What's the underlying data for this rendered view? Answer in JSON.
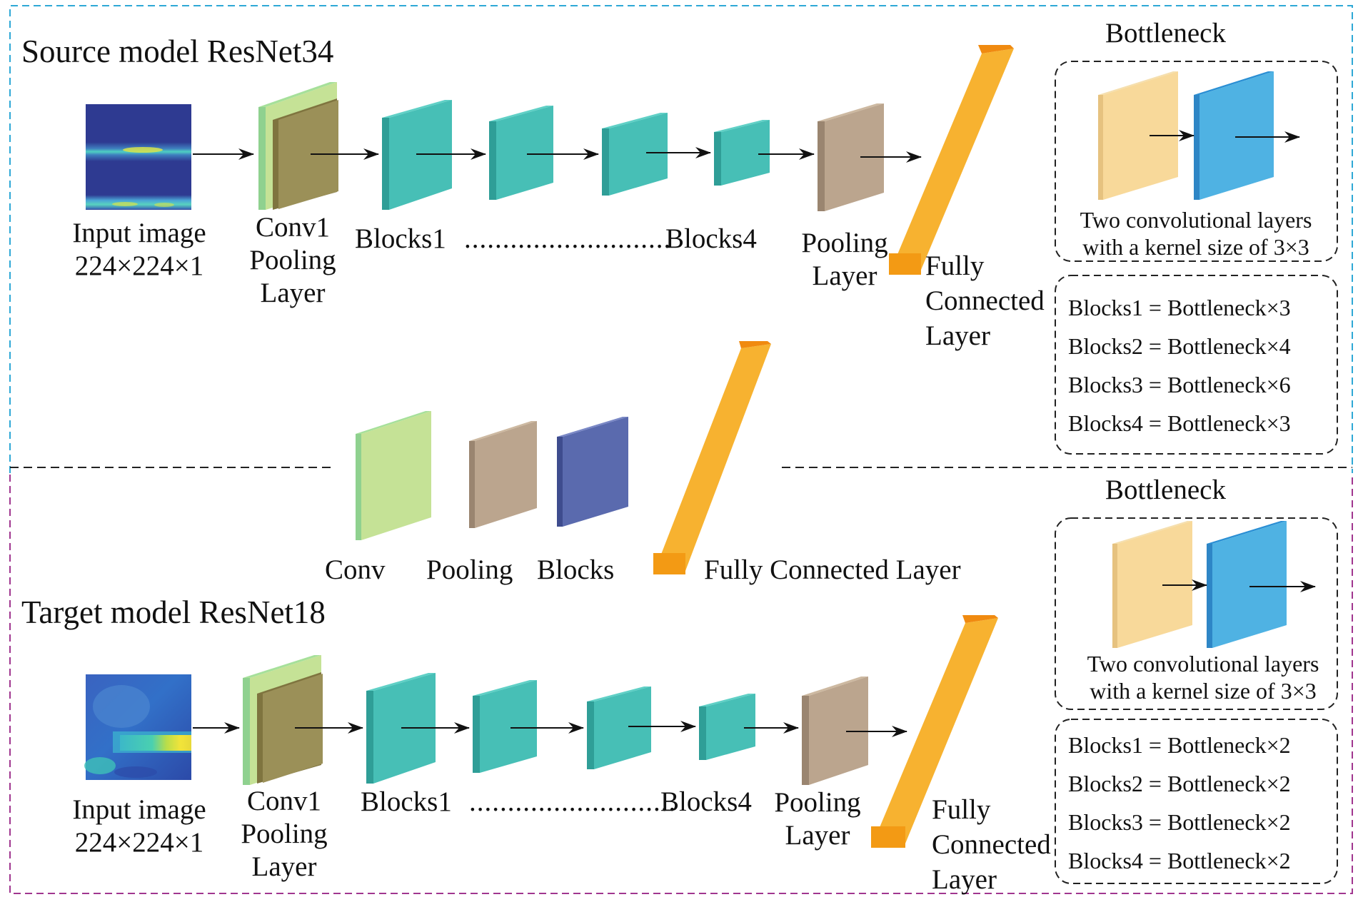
{
  "colors": {
    "source_border": "#2ea8d6",
    "target_border": "#a0368f",
    "conv": "#c5e296",
    "conv_overlay": "#9b9058",
    "block": "#47bfb6",
    "pooling": "#bba58e",
    "legend_block": "#5a6aae",
    "fc": "#f59a0f",
    "bottleneck_first": "#f8d99a",
    "bottleneck_second": "#4fb2e3",
    "spectrogram_bg": "#2f3a8f",
    "spectrogram_highlight": "#e7e238"
  },
  "source": {
    "title": "Source model ResNet34",
    "input_label": [
      "Input image",
      "224×224×1"
    ],
    "conv_label": [
      "Conv1",
      "Pooling",
      "Layer"
    ],
    "blocks_first": "Blocks1",
    "dots": "...........................",
    "blocks_last": "Blocks4",
    "pool_label": [
      "Pooling",
      "Layer"
    ],
    "fc_label": [
      "Fully",
      "Connected",
      "Layer"
    ],
    "bottleneck_title": "Bottleneck",
    "bottleneck_caption": [
      "Two convolutional layers",
      "with a kernel size of 3×3"
    ],
    "blocks_def": [
      "Blocks1 = Bottleneck×3",
      "Blocks2 = Bottleneck×4",
      "Blocks3 = Bottleneck×6",
      "Blocks4 = Bottleneck×3"
    ]
  },
  "legend": {
    "conv": "Conv",
    "pooling": "Pooling",
    "blocks": "Blocks",
    "fc": "Fully Connected Layer"
  },
  "target": {
    "title": "Target model ResNet18",
    "input_label": [
      "Input image",
      "224×224×1"
    ],
    "conv_label": [
      "Conv1",
      "Pooling",
      "Layer"
    ],
    "blocks_first": "Blocks1",
    "dots": "...........................",
    "blocks_last": "Blocks4",
    "pool_label": [
      "Pooling",
      "Layer"
    ],
    "fc_label": [
      "Fully",
      "Connected",
      "Layer"
    ],
    "bottleneck_title": "Bottleneck",
    "bottleneck_caption": [
      "Two convolutional layers",
      "with a kernel size of 3×3"
    ],
    "blocks_def": [
      "Blocks1 = Bottleneck×2",
      "Blocks2 = Bottleneck×2",
      "Blocks3 = Bottleneck×2",
      "Blocks4 = Bottleneck×2"
    ]
  }
}
